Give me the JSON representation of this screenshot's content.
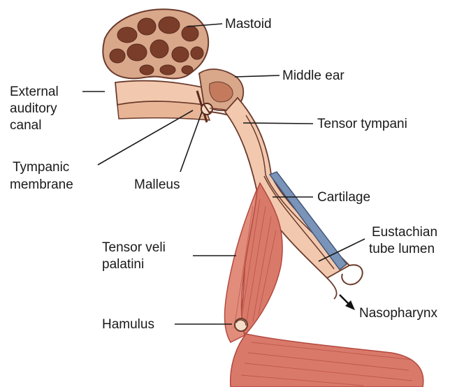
{
  "labels": {
    "mastoid": "Mastoid",
    "middle_ear": "Middle ear",
    "external_canal": [
      "External",
      "auditory",
      "canal"
    ],
    "tensor_tympani": "Tensor tympani",
    "tympanic_membrane": [
      "Tympanic",
      "membrane"
    ],
    "malleus": "Malleus",
    "cartilage": "Cartilage",
    "eustachian_lumen": [
      "Eustachian",
      "tube lumen"
    ],
    "tensor_veli_palatini": [
      "Tensor veli",
      "palatini"
    ],
    "hamulus": "Hamulus",
    "nasopharynx": "Nasopharynx"
  },
  "colors": {
    "bone_fill": "#d9a88b",
    "bone_dark": "#a8634a",
    "tissue": "#f2c9ae",
    "muscle": "#d9796a",
    "muscle_dark": "#b3493f",
    "cartilage": "#7a93b8",
    "outline": "#6b3b2c"
  }
}
